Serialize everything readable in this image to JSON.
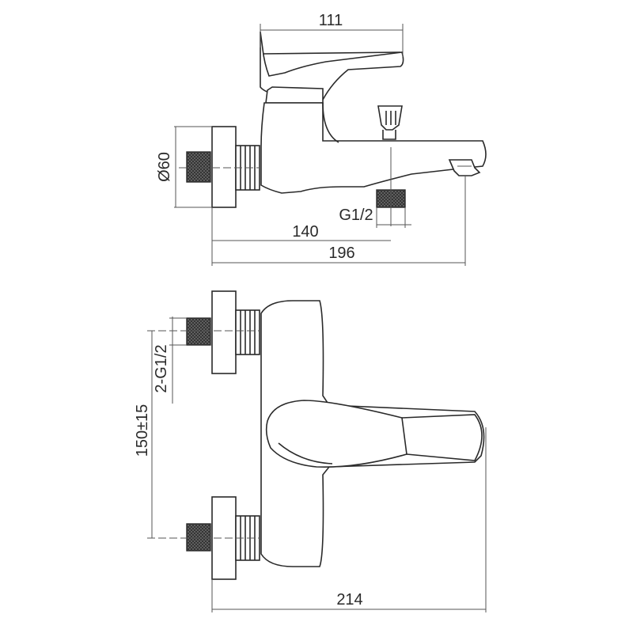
{
  "top_view": {
    "dim_width_top": "111",
    "dim_diameter": "Ø60",
    "dim_thread": "G1/2",
    "dim_inner": "140",
    "dim_overall": "196"
  },
  "front_view": {
    "dim_inlets": "2-G1/2",
    "dim_centers": "150±15",
    "dim_overall": "214"
  },
  "colors": {
    "line": "#2a2a2a",
    "thread_fill": "#5a5a5a"
  }
}
